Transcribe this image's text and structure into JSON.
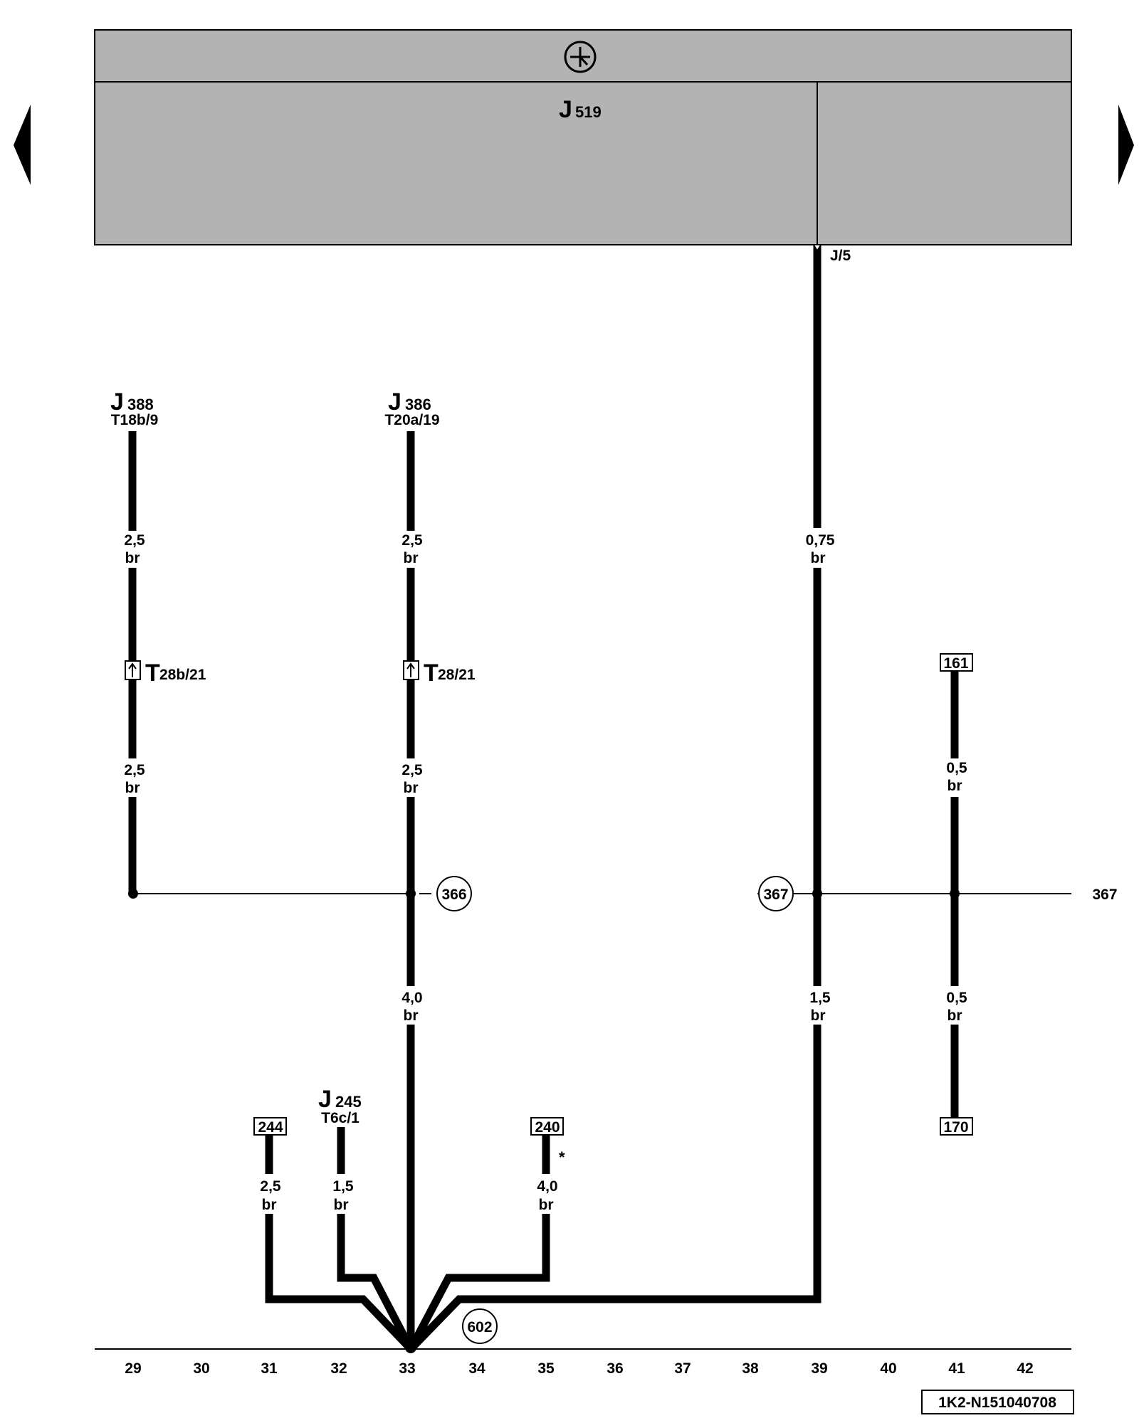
{
  "control_unit": {
    "name": "J",
    "sub": "519",
    "pin": "J/5"
  },
  "components": [
    {
      "id": "j388",
      "name": "J",
      "sub": "388",
      "pin": "T18b/9"
    },
    {
      "id": "j386",
      "name": "J",
      "sub": "386",
      "pin": "T20a/19"
    },
    {
      "id": "j245",
      "name": "J",
      "sub": "245",
      "pin": "T6c/1"
    }
  ],
  "connectors": [
    {
      "id": "t28b",
      "name": "T",
      "pin": "28b/21"
    },
    {
      "id": "t28",
      "name": "T",
      "pin": "28/21"
    }
  ],
  "wire_labels": {
    "w388_top": [
      "2,5",
      "br"
    ],
    "w388_bot": [
      "2,5",
      "br"
    ],
    "w386_top": [
      "2,5",
      "br"
    ],
    "w386_bot": [
      "2,5",
      "br"
    ],
    "w386_main": [
      "4,0",
      "br"
    ],
    "w39_top": [
      "0,75",
      "br"
    ],
    "w39_bot": [
      "1,5",
      "br"
    ],
    "w41_top": [
      "0,5",
      "br"
    ],
    "w41_bot": [
      "0,5",
      "br"
    ],
    "w244": [
      "2,5",
      "br"
    ],
    "w245": [
      "1,5",
      "br"
    ],
    "w240": [
      "4,0",
      "br"
    ]
  },
  "references": {
    "r161": "161",
    "r170": "170",
    "r244": "244",
    "r240": "240"
  },
  "ground_points": {
    "g366": "366",
    "g367": "367",
    "g602": "602"
  },
  "continuation_label": "367",
  "footnote_mark": "*",
  "track_numbers": [
    "29",
    "30",
    "31",
    "32",
    "33",
    "34",
    "35",
    "36",
    "37",
    "38",
    "39",
    "40",
    "41",
    "42"
  ],
  "diagram_code": "1K2-N151040708",
  "colors": {
    "header_fill": "#b3b3b3",
    "wire": "#000000"
  },
  "icons": {
    "header_symbol": "ground-symbol-icon",
    "prev": "triangle-left-icon",
    "next": "triangle-right-icon"
  }
}
